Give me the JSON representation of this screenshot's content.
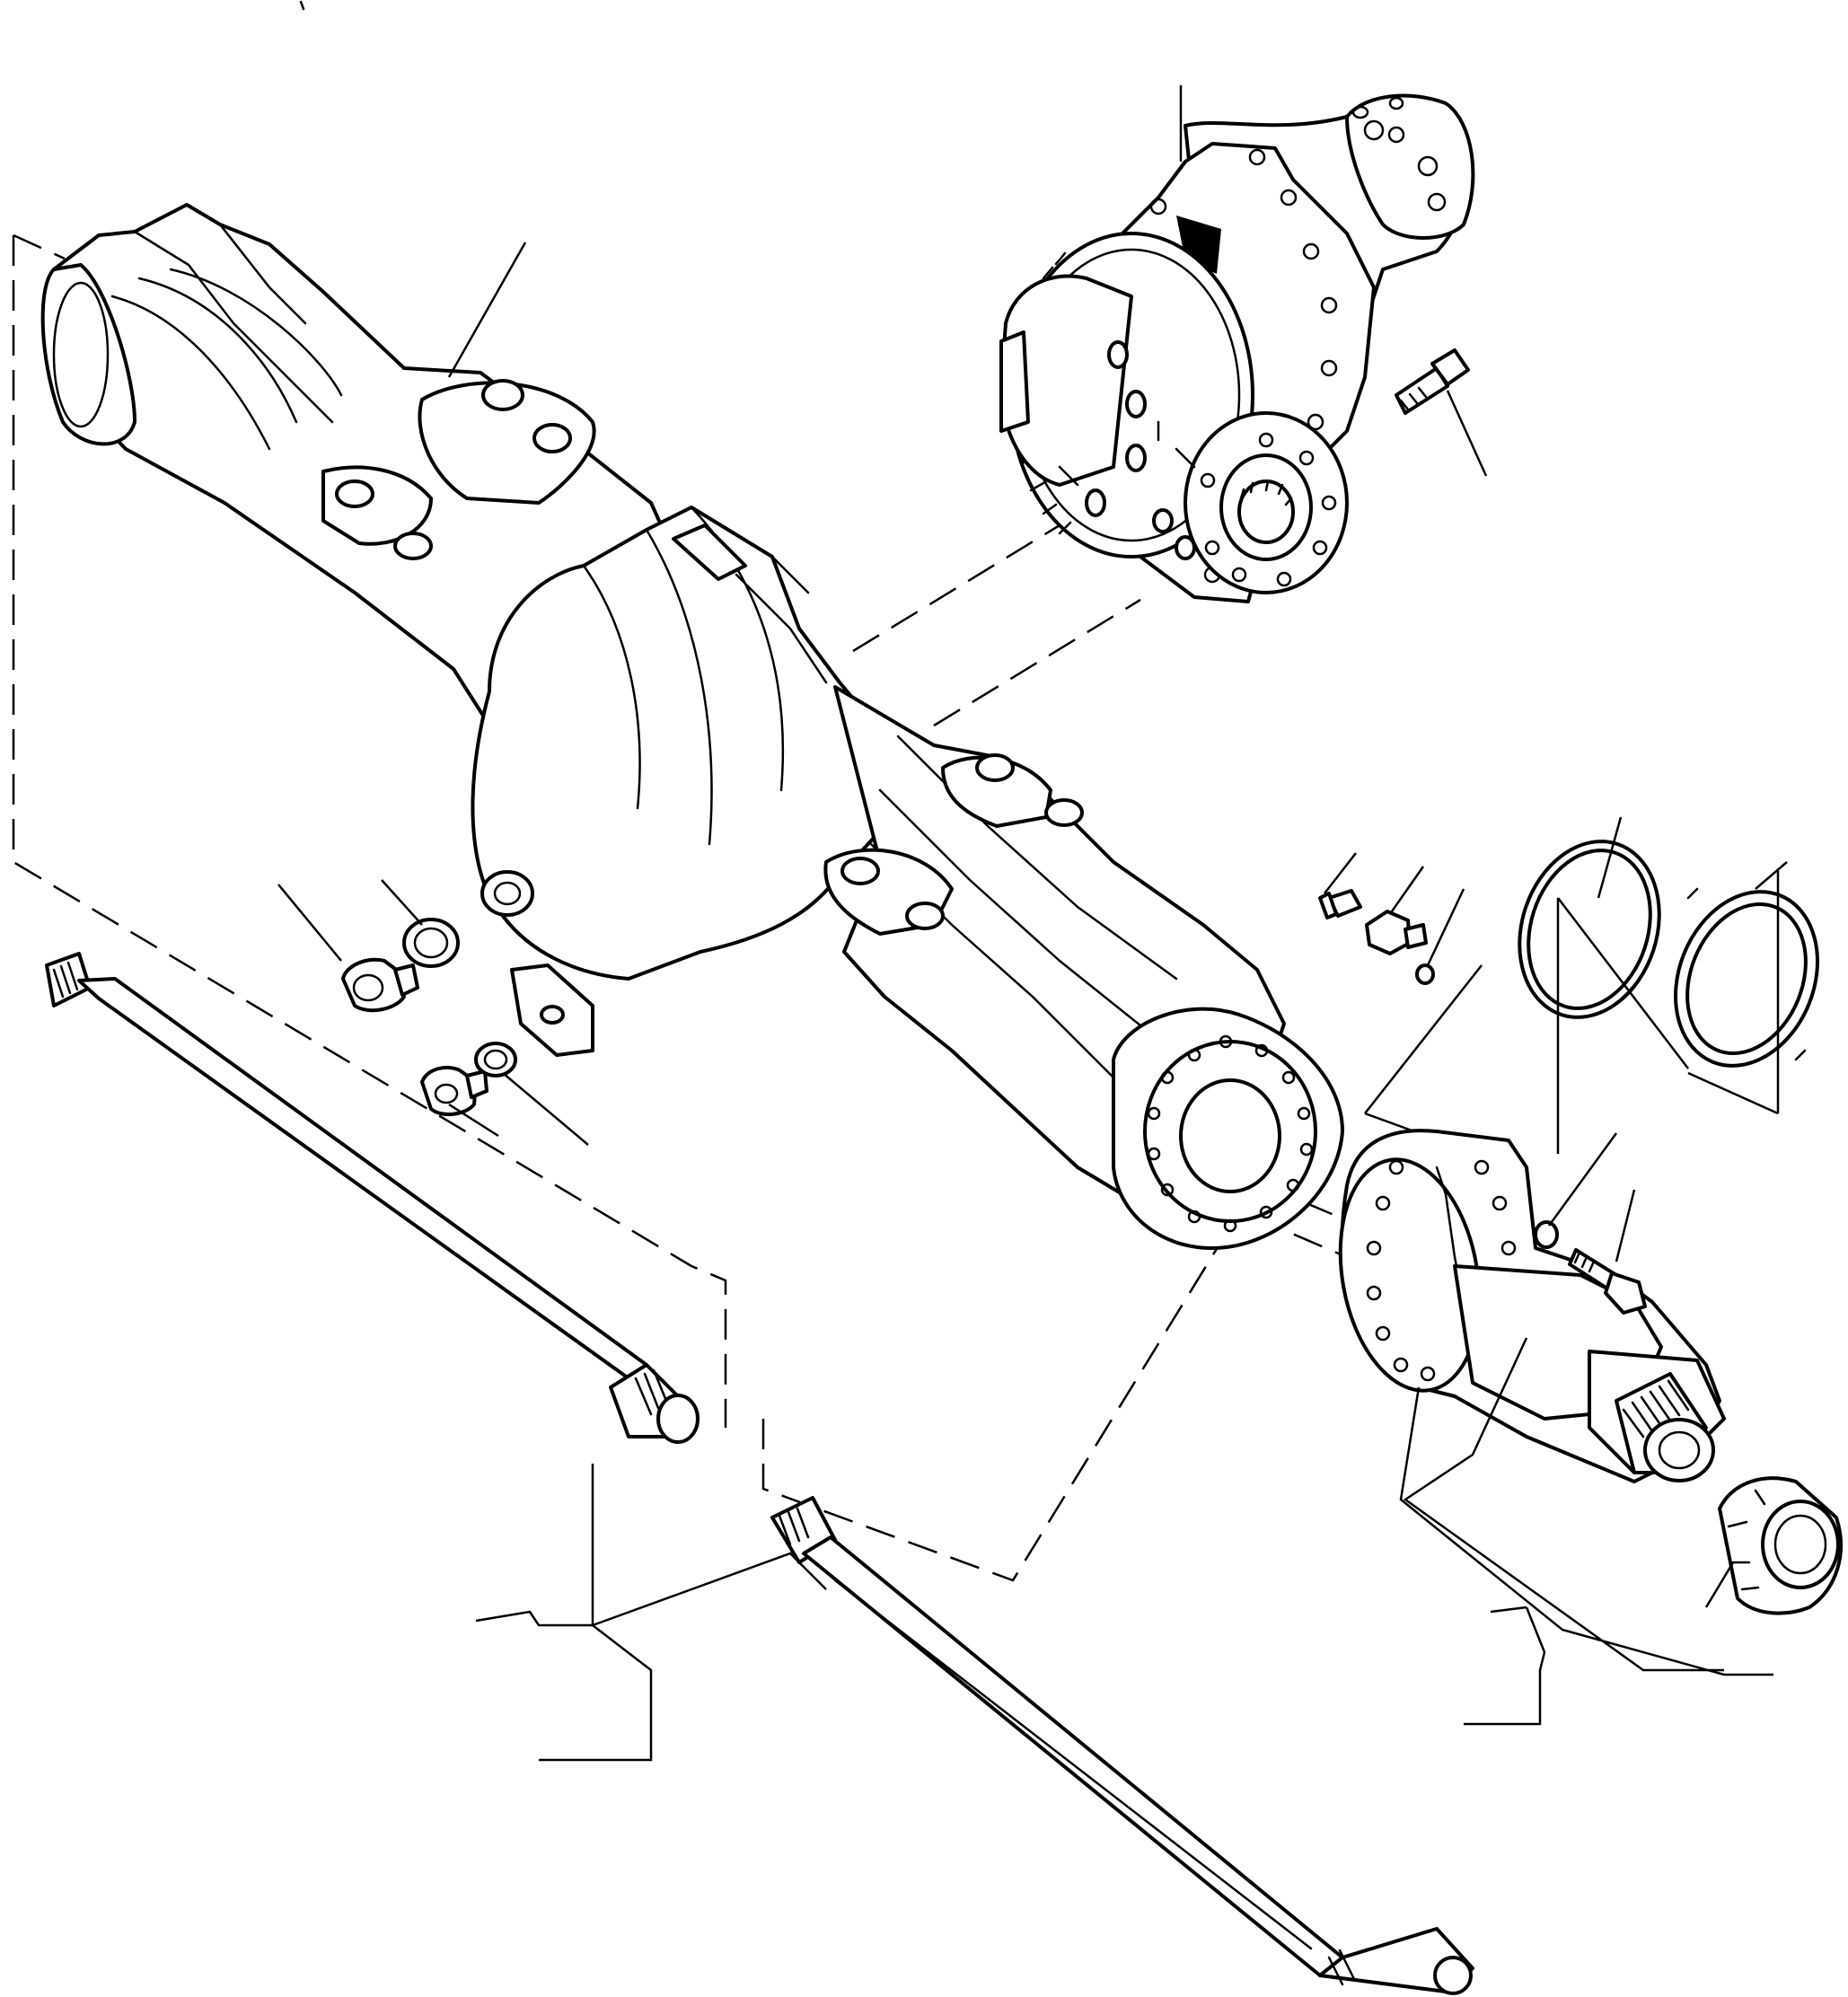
{
  "figure": {
    "kind": "exploded-parts-diagram",
    "subject_parts": [
      "axle-housing",
      "differential-assembly",
      "differential-bolt",
      "drain-plug",
      "drain-plug-washer",
      "filler-plug",
      "filler-plug-washer",
      "breather-fitting",
      "breather-adapter",
      "breather-o-ring",
      "o-ring",
      "seal-ring",
      "planetary-hub-carrier",
      "hub-carrier-washer",
      "hub-carrier-bolt",
      "ring-nut",
      "left-half-shaft",
      "right-half-shaft"
    ],
    "label_callouts_text": []
  }
}
